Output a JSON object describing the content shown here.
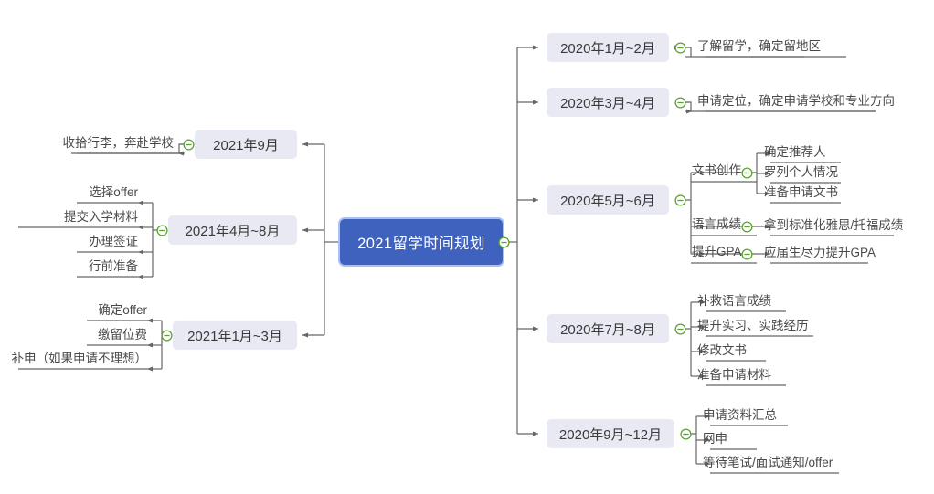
{
  "diagram": {
    "type": "mind-map",
    "title": "2021留学时间规划",
    "colors": {
      "root_fill": "#3f62be",
      "root_border": "#a9c0f0",
      "pill_fill": "#e8e9f2",
      "connector": "#666666",
      "collapse_icon": "#5aa32f",
      "text": "#4a4a4a",
      "background": "#ffffff"
    },
    "root": {
      "label": "2021留学时间规划"
    },
    "branches_right": [
      {
        "label": "2020年1月~2月",
        "children": [
          {
            "label": "了解留学，确定留地区"
          }
        ]
      },
      {
        "label": "2020年3月~4月",
        "children": [
          {
            "label": "申请定位，确定申请学校和专业方向"
          }
        ]
      },
      {
        "label": "2020年5月~6月",
        "children": [
          {
            "label": "文书创作",
            "children": [
              {
                "label": "确定推荐人"
              },
              {
                "label": "罗列个人情况"
              },
              {
                "label": "准备申请文书"
              }
            ]
          },
          {
            "label": "语言成绩",
            "children": [
              {
                "label": "拿到标准化雅思/托福成绩"
              }
            ]
          },
          {
            "label": "提升GPA",
            "children": [
              {
                "label": "应届生尽力提升GPA"
              }
            ]
          }
        ]
      },
      {
        "label": "2020年7月~8月",
        "children": [
          {
            "label": "补救语言成绩"
          },
          {
            "label": "提升实习、实践经历"
          },
          {
            "label": "修改文书"
          },
          {
            "label": "准备申请材料"
          }
        ]
      },
      {
        "label": "2020年9月~12月",
        "children": [
          {
            "label": "申请资料汇总"
          },
          {
            "label": "网申"
          },
          {
            "label": "等待笔试/面试通知/offer"
          }
        ]
      }
    ],
    "branches_left": [
      {
        "label": "2021年9月",
        "children": [
          {
            "label": "收拾行李，奔赴学校"
          }
        ]
      },
      {
        "label": "2021年4月~8月",
        "children": [
          {
            "label": "选择offer"
          },
          {
            "label": "提交入学材料"
          },
          {
            "label": "办理签证"
          },
          {
            "label": "行前准备"
          }
        ]
      },
      {
        "label": "2021年1月~3月",
        "children": [
          {
            "label": "确定offer"
          },
          {
            "label": "缴留位费"
          },
          {
            "label": "补申（如果申请不理想）"
          }
        ]
      }
    ]
  }
}
